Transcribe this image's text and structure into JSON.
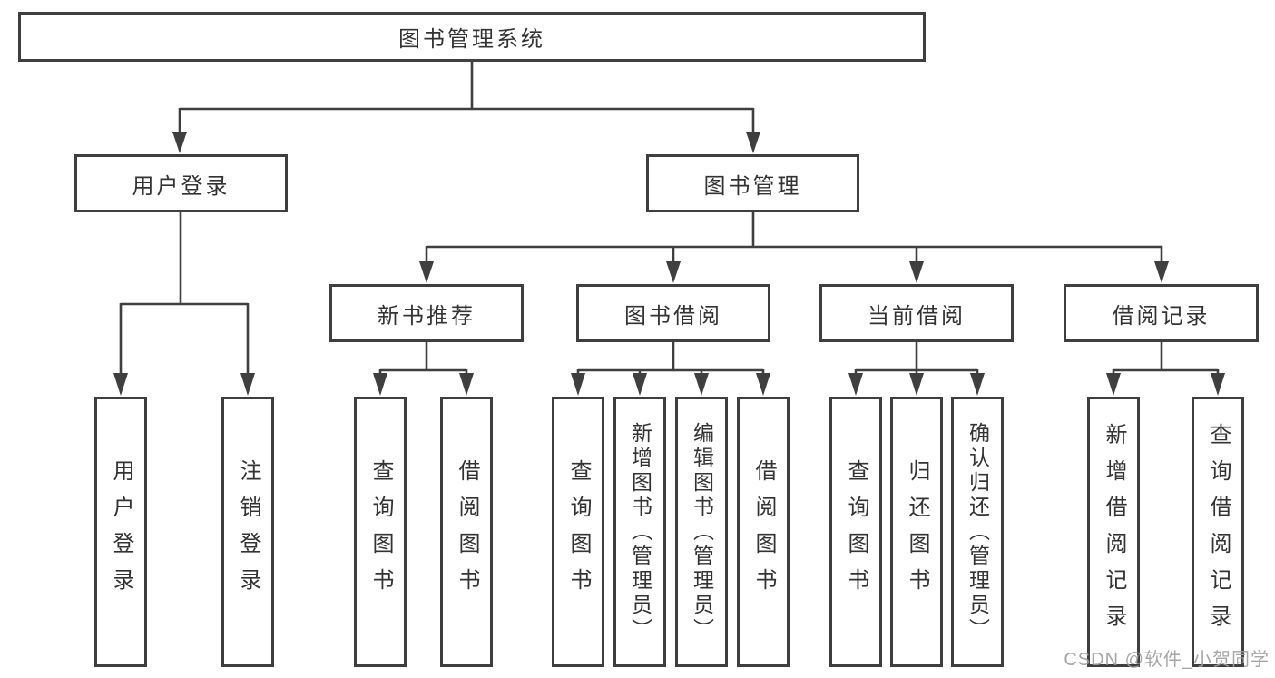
{
  "diagram": {
    "root": {
      "label": "图书管理系统"
    },
    "level2": [
      {
        "label": "用户登录"
      },
      {
        "label": "图书管理"
      }
    ],
    "level3": [
      {
        "label": "新书推荐"
      },
      {
        "label": "图书借阅"
      },
      {
        "label": "当前借阅"
      },
      {
        "label": "借阅记录"
      }
    ],
    "leaves": {
      "user_login": [
        {
          "label": "用户登录"
        },
        {
          "label": "注销登录"
        }
      ],
      "new_book_recommendation": [
        {
          "label": "查询图书"
        },
        {
          "label": "借阅图书"
        }
      ],
      "book_borrowing": [
        {
          "label": "查询图书"
        },
        {
          "label": "新增图书（管理员）"
        },
        {
          "label": "编辑图书（管理员）"
        },
        {
          "label": "借阅图书"
        }
      ],
      "current_borrowing": [
        {
          "label": "查询图书"
        },
        {
          "label": "归还图书"
        },
        {
          "label": "确认归还（管理员）"
        }
      ],
      "borrowing_records": [
        {
          "label": "新增借阅记录"
        },
        {
          "label": "查询借阅记录"
        }
      ]
    },
    "watermark": "CSDN @软件_小贺同学",
    "colors": {
      "line": "#3f3f3f",
      "text": "#333333",
      "watermark": "#9e9e9e",
      "background": "#ffffff"
    }
  }
}
